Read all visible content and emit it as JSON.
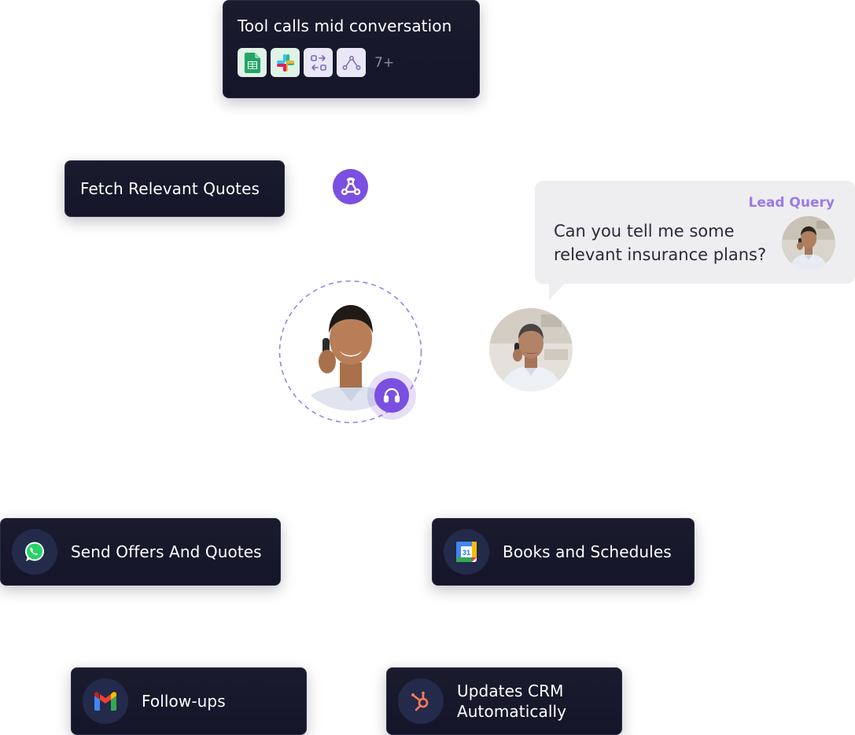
{
  "tool_card": {
    "title": "Tool calls mid conversation",
    "tools": [
      {
        "icon": "google-sheets-icon"
      },
      {
        "icon": "slack-icon"
      },
      {
        "icon": "swap-arrows-icon"
      },
      {
        "icon": "flow-branch-icon"
      }
    ],
    "more_label": "7+"
  },
  "fetch_card": {
    "label": "Fetch Relevant Quotes",
    "icon": "webhook-icon"
  },
  "lead_query": {
    "label": "Lead Query",
    "message": "Can you tell me some relevant insurance plans?"
  },
  "agent": {
    "badge_icon": "headset-icon"
  },
  "actions": {
    "whatsapp": {
      "label": "Send Offers And Quotes",
      "icon": "whatsapp-icon"
    },
    "calendar": {
      "label": "Books and Schedules",
      "icon": "google-calendar-icon",
      "day": "31"
    },
    "gmail": {
      "label": "Follow-ups",
      "icon": "gmail-icon"
    },
    "hubspot": {
      "line1": "Updates CRM",
      "line2": "Automatically",
      "icon": "hubspot-icon"
    }
  },
  "colors": {
    "accent": "#7b4fe0",
    "card_bg": "#1b1b2e",
    "lead_label": "#9b7ae8",
    "bubble_bg": "#eeeef0"
  }
}
